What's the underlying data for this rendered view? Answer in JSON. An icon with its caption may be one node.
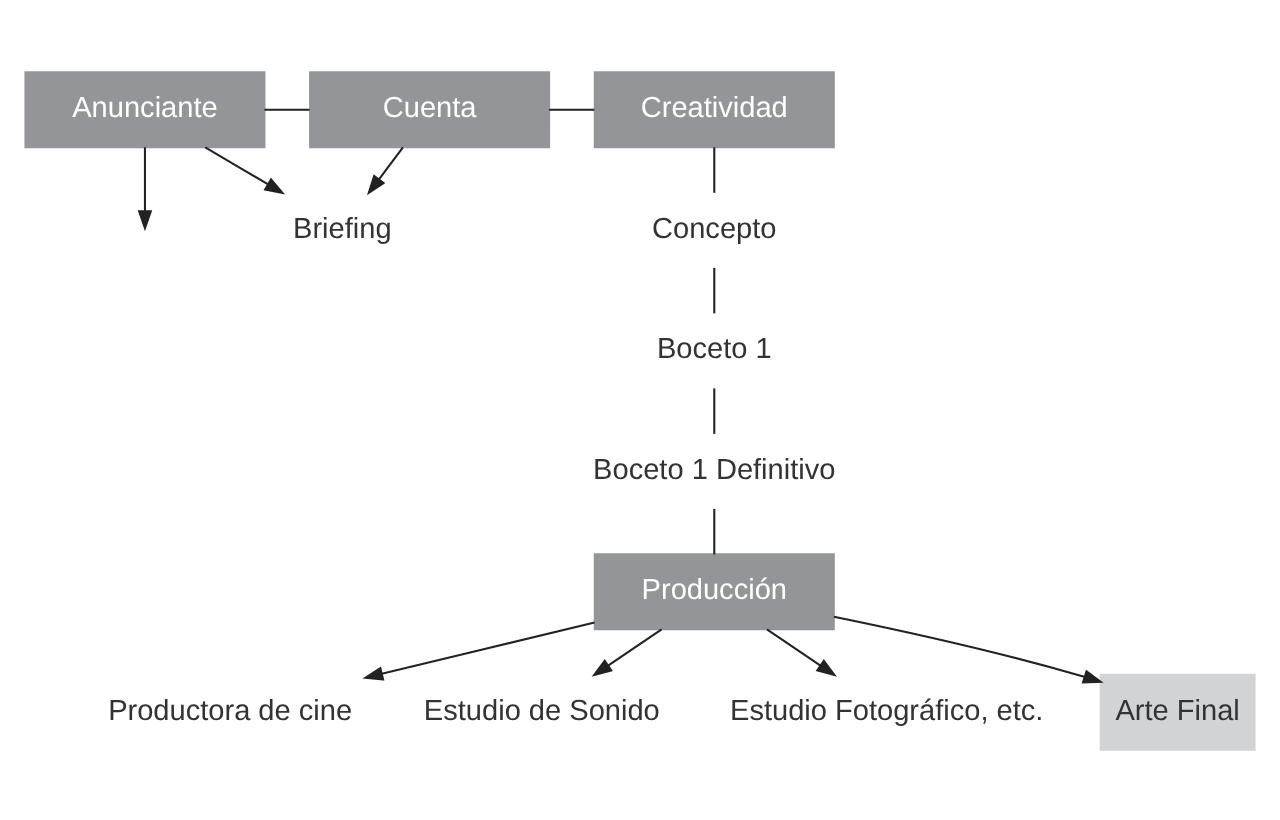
{
  "diagram": {
    "nodes": [
      {
        "text": [
          "Anunciante"
        ]
      },
      {
        "text": [
          "Cuenta"
        ]
      },
      {
        "text": [
          "Creatividad"
        ]
      },
      {
        "text": [
          "Briefing"
        ]
      },
      {
        "text": [
          "Concepto"
        ]
      },
      {
        "text": [
          "Boceto 1"
        ]
      },
      {
        "text": [
          "Boceto 1 Definitivo"
        ]
      },
      {
        "text": [
          "Producción"
        ]
      },
      {
        "text": [
          "Productora de cine"
        ]
      },
      {
        "text": [
          "Estudio de Sonido"
        ]
      },
      {
        "text": [
          "Estudio Fotográfico, etc."
        ]
      },
      {
        "text": [
          "Arte Final"
        ]
      }
    ],
    "edges": [
      {
        "from": 0,
        "to": 1,
        "arrow": "none"
      },
      {
        "from": 1,
        "to": 2,
        "arrow": "none"
      },
      {
        "from": 0,
        "to": 3,
        "arrow": "to"
      },
      {
        "from": 1,
        "to": 3,
        "arrow": "to"
      },
      {
        "from": 2,
        "to": 4,
        "arrow": "none"
      },
      {
        "from": 4,
        "to": 5,
        "arrow": "none"
      },
      {
        "from": 5,
        "to": 6,
        "arrow": "none"
      },
      {
        "from": 0,
        "to": null,
        "arrow": "to"
      },
      {
        "from": 6,
        "to": 7,
        "arrow": "none"
      },
      {
        "from": 7,
        "to": 8,
        "arrow": "to"
      },
      {
        "from": 7,
        "to": 9,
        "arrow": "to"
      },
      {
        "from": 7,
        "to": 10,
        "arrow": "to"
      },
      {
        "from": 7,
        "to": 11,
        "arrow": "to"
      }
    ]
  }
}
